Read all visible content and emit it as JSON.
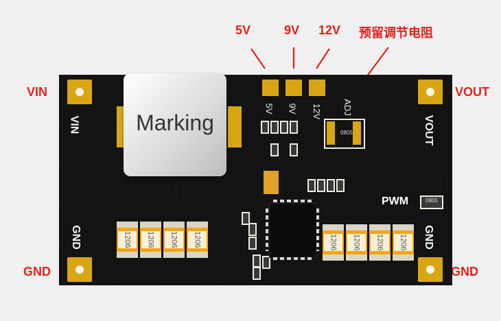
{
  "top_labels": {
    "v5": "5V",
    "v9": "9V",
    "v12": "12V",
    "adj_note": "预留调节电阻"
  },
  "side_labels": {
    "vin": "VIN",
    "gnd_left": "GND",
    "vout": "VOUT",
    "gnd_right": "GND"
  },
  "silkscreen": {
    "vin": "VIN",
    "gnd_left": "GND",
    "vout": "VOUT",
    "gnd_right": "GND",
    "pwm": "PWM",
    "s5v": "5V",
    "s9v": "9V",
    "s12v": "12V",
    "adj": "ADJ",
    "pkg_0805": "0805",
    "pkg_0805_rot": "0805"
  },
  "inductor_label": "Marking",
  "cap_labels": [
    "1206",
    "1206",
    "1206",
    "1206",
    "1206",
    "1206",
    "1206",
    "1206"
  ],
  "colors": {
    "annotation": "#e8201a",
    "board": "#131313",
    "pad": "#d9a613",
    "capacitor": "#f1a615"
  }
}
